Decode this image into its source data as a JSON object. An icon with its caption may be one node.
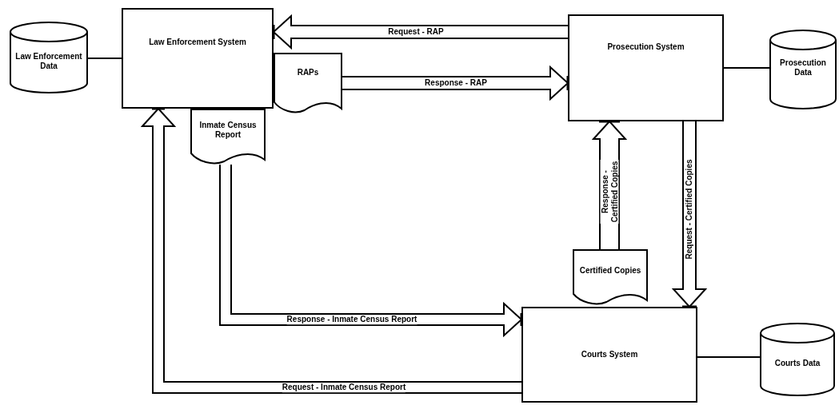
{
  "diagram": {
    "nodes": [
      {
        "text": [
          "Law Enforcement Data"
        ]
      },
      {
        "text": [
          "Law Enforcement System"
        ]
      },
      {
        "text": [
          "RAPs"
        ]
      },
      {
        "text": [
          "Inmate Census Report"
        ]
      },
      {
        "text": [
          "Prosecution System"
        ]
      },
      {
        "text": [
          "Prosecution Data"
        ]
      },
      {
        "text": [
          "Certified Copies"
        ]
      },
      {
        "text": [
          "Courts System"
        ]
      },
      {
        "text": [
          "Courts Data"
        ]
      }
    ],
    "edges": [
      {
        "from": 1,
        "to": 0,
        "arrow": "none"
      },
      {
        "from": 4,
        "to": 5,
        "arrow": "none"
      },
      {
        "from": 7,
        "to": 8,
        "arrow": "none"
      },
      {
        "from": 4,
        "to": 1,
        "arrow": "to",
        "label": "Request - RAP"
      },
      {
        "from": 2,
        "to": 4,
        "arrow": "to",
        "label": "Response - RAP"
      },
      {
        "from": 4,
        "to": 7,
        "arrow": "to",
        "label": "Request - Certified Copies"
      },
      {
        "from": 6,
        "to": 4,
        "arrow": "to",
        "label": "Response - Certified Copies"
      },
      {
        "from": 3,
        "to": 7,
        "arrow": "to",
        "label": "Response - Inmate Census Report"
      },
      {
        "from": 7,
        "to": 1,
        "arrow": "to",
        "label": "Request - Inmate Census Report"
      }
    ]
  }
}
